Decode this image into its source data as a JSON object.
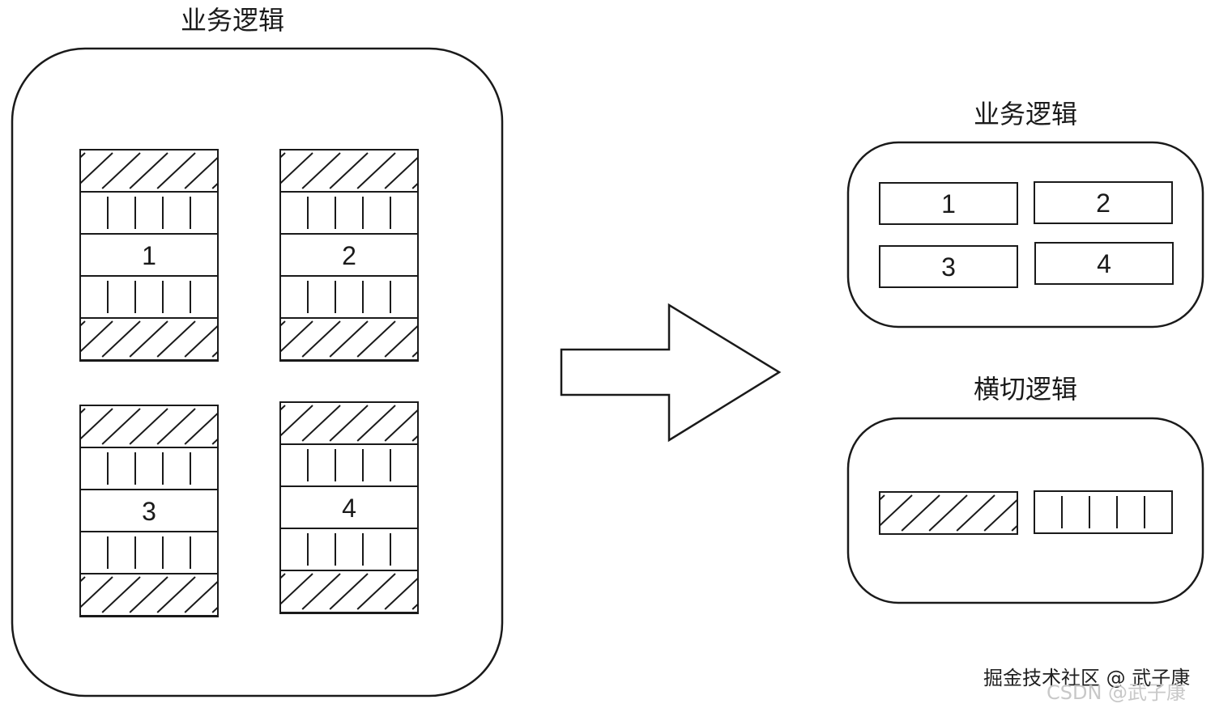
{
  "left_panel": {
    "title": "业务逻辑",
    "modules": [
      {
        "label": "1"
      },
      {
        "label": "2"
      },
      {
        "label": "3"
      },
      {
        "label": "4"
      }
    ]
  },
  "right_panel": {
    "business": {
      "title": "业务逻辑",
      "modules": [
        {
          "label": "1"
        },
        {
          "label": "2"
        },
        {
          "label": "3"
        },
        {
          "label": "4"
        }
      ]
    },
    "crosscutting": {
      "title": "横切逻辑"
    }
  },
  "watermark": {
    "primary": "掘金技术社区 @ 武子康",
    "secondary": "CSDN @武子康"
  },
  "colors": {
    "stroke": "#1a1a1a",
    "background": "#ffffff"
  }
}
